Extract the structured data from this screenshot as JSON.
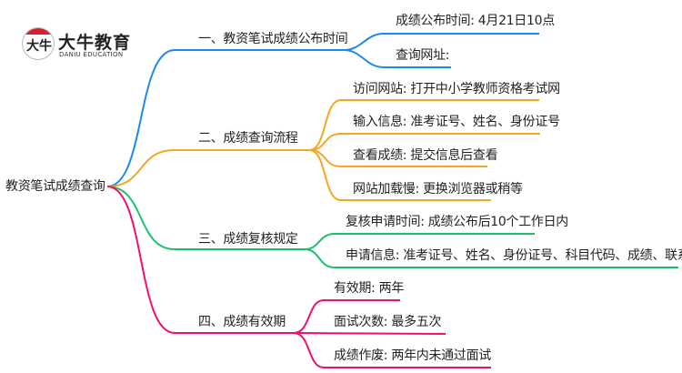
{
  "logo": {
    "name_cn": "大牛教育",
    "name_en": "DANIU EDUCATION",
    "mark": "大牛"
  },
  "root": {
    "label": "教资笔试成绩查询"
  },
  "colors": {
    "branch1": "#1e88f0",
    "branch2": "#f5a623",
    "branch3": "#19c16b",
    "branch4": "#f0106e"
  },
  "branches": [
    {
      "label": "一、教资笔试成绩公布时间",
      "children": [
        "成绩公布时间: 4月21日10点",
        "查询网址:"
      ]
    },
    {
      "label": "二、成绩查询流程",
      "children": [
        "访问网站: 打开中小学教师资格考试网",
        "输入信息: 准考证号、姓名、身份证号",
        "查看成绩: 提交信息后查看",
        "网站加载慢: 更换浏览器或稍等"
      ]
    },
    {
      "label": "三、成绩复核规定",
      "children": [
        "复核申请时间: 成绩公布后10个工作日内",
        "申请信息: 准考证号、姓名、身份证号、科目代码、成绩、联系电话"
      ]
    },
    {
      "label": "四、成绩有效期",
      "children": [
        "有效期: 两年",
        "面试次数: 最多五次",
        "成绩作废: 两年内未通过面试"
      ]
    }
  ]
}
